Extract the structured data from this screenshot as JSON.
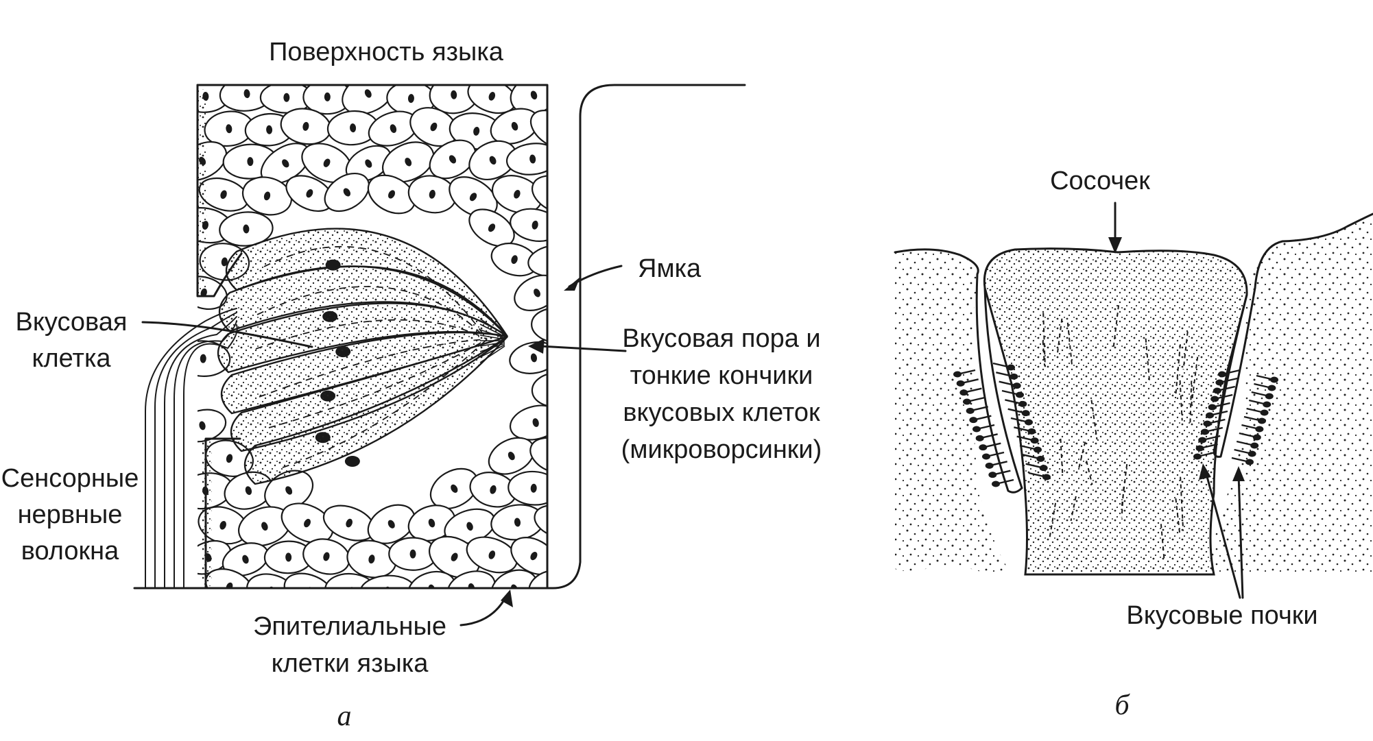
{
  "panel_a": {
    "letter": "а",
    "labels": {
      "surface": "Поверхность языка",
      "pit": "Ямка",
      "taste_cell": [
        "Вкусовая",
        "клетка"
      ],
      "pore": [
        "Вкусовая пора и",
        "тонкие кончики",
        "вкусовых клеток",
        "(микроворсинки)"
      ],
      "nerve": [
        "Сенсорные",
        "нервные",
        "волокна"
      ],
      "epithelium": [
        "Эпителиальные",
        "клетки языка"
      ]
    }
  },
  "panel_b": {
    "letter": "б",
    "labels": {
      "papilla": "Сосочек",
      "buds": "Вкусовые почки"
    }
  }
}
